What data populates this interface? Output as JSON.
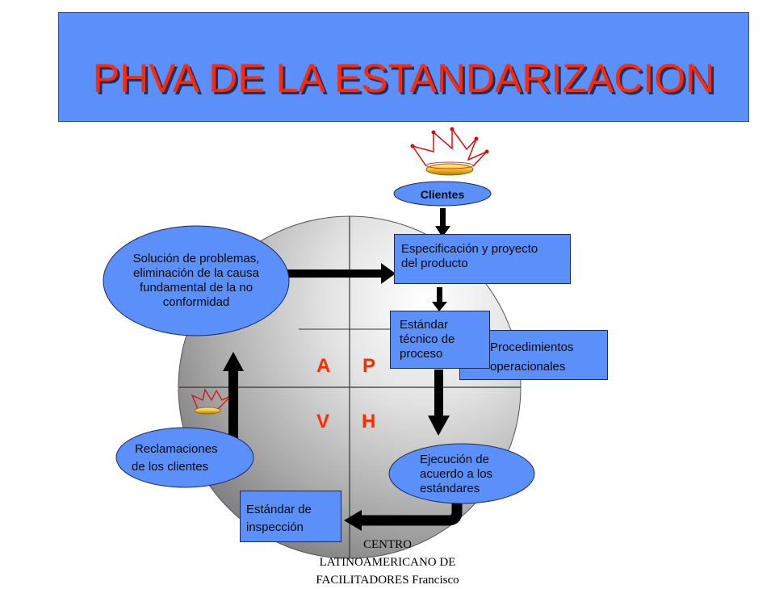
{
  "title": "PHVA DE LA ESTANDARIZACION",
  "customers_label": "Clientes",
  "product_spec": [
    "Especificación y proyecto",
    "del producto"
  ],
  "process_standard": [
    "Estándar",
    "técnico de",
    "proceso"
  ],
  "operating_procedures": [
    "Procedimientos",
    "operacionales"
  ],
  "problem_solving": [
    "Solución de problemas,",
    "eliminación de la causa",
    "fundamental de la no",
    "conformidad"
  ],
  "complaints": [
    "Reclamaciones",
    "de los clientes"
  ],
  "execution": [
    "Ejecución de",
    "acuerdo a los",
    "estándares"
  ],
  "inspection_standard": [
    "Estándar de",
    "inspección"
  ],
  "quadrants": {
    "a": "A",
    "p": "P",
    "v": "V",
    "h": "H"
  },
  "footer": [
    "CENTRO",
    "LATINOAMERICANO DE",
    "FACILITADORES Francisco"
  ],
  "colors": {
    "box_fill": "#5b8ff9",
    "title_text": "#ff2a00",
    "quadrant_text": "#ff2a00"
  },
  "icons": {
    "crown_large": "crown-icon",
    "crown_small": "crown-icon"
  }
}
